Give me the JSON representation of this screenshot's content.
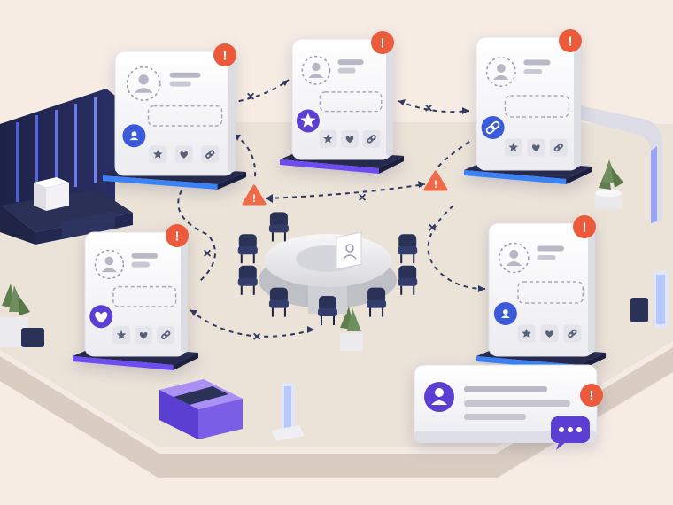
{
  "scene": {
    "type": "isometric-illustration",
    "description_free": true
  },
  "colors": {
    "background": "#f6ece4",
    "floor": "#ebe2d8",
    "floor_edge": "#d9cdc1",
    "card": "#f4f4f7",
    "card_shade": "#dcdce3",
    "placeholder": "#b9b9c6",
    "navy": "#262b4e",
    "blue_accent": "#3b5bdb",
    "purple_accent": "#5b3fd3",
    "alert_red": "#ec5a3c",
    "warning_orange": "#ef6a48",
    "path_dash": "#2f3a63",
    "chair": "#2a3258",
    "table": "#eeeeef",
    "plant": "#6f8f5e"
  },
  "profile_cards": [
    {
      "name": "card-top-left",
      "badge_icon": "user-icon",
      "badge_color": "#3b5bdb",
      "base_glow": "#3b82f6",
      "has_alert": true
    },
    {
      "name": "card-top-center",
      "badge_icon": "star-icon",
      "badge_color": "#5b3fd3",
      "base_glow": "#6d4df2",
      "has_alert": true
    },
    {
      "name": "card-top-right",
      "badge_icon": "link-icon",
      "badge_color": "#3b5bdb",
      "base_glow": "#3b82f6",
      "has_alert": true
    },
    {
      "name": "card-bottom-left",
      "badge_icon": "heart-icon",
      "badge_color": "#5b3fd3",
      "base_glow": "#6d4df2",
      "has_alert": true
    },
    {
      "name": "card-bottom-right",
      "badge_icon": "user-icon",
      "badge_color": "#3b5bdb",
      "base_glow": "#3b82f6",
      "has_alert": true
    }
  ],
  "card_action_icons": [
    "star-icon",
    "heart-icon",
    "link-icon"
  ],
  "alert_symbol": "!",
  "warning_symbol": "!",
  "broken_link_symbol": "×",
  "chat_card": {
    "badge_icon": "user-icon",
    "bubble_icon": "chat-bubble-icon",
    "has_alert": true
  }
}
